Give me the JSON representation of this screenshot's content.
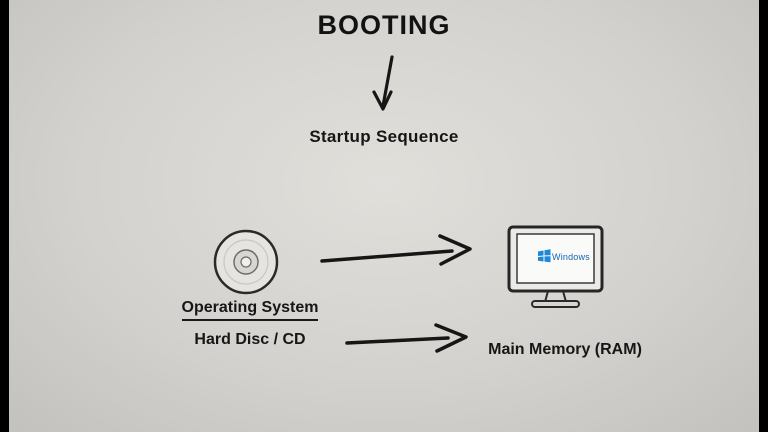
{
  "scene": {
    "title": "BOOTING",
    "startup_label": "Startup Sequence",
    "disc": {
      "label": "Operating System",
      "media_label": "Hard Disc / CD"
    },
    "memory_label": "Main Memory (RAM)",
    "monitor": {
      "os_label": "Windows"
    }
  },
  "colors": {
    "ink": "#1a1a1a",
    "paper": "#d4d2cf",
    "windows_blue": "#1e87d6",
    "windows_text_blue": "#1565b0"
  }
}
